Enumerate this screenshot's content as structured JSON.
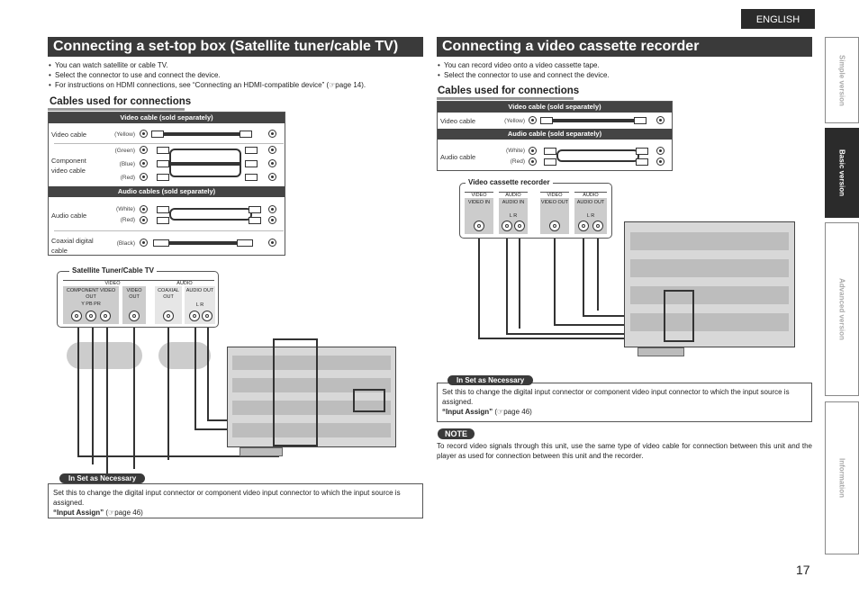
{
  "language_tab": "ENGLISH",
  "page_number": "17",
  "side_tabs": [
    {
      "label": "Simple version",
      "active": false
    },
    {
      "label": "Basic version",
      "active": true
    },
    {
      "label": "Advanced version",
      "active": false
    },
    {
      "label": "Information",
      "active": false
    }
  ],
  "left": {
    "title": "Connecting a set-top box (Satellite tuner/cable TV)",
    "bullets": [
      "You can watch satellite or cable TV.",
      "Select the connector to use and connect the device.",
      "For instructions on HDMI connections, see “Connecting an HDMI-compatible device” (☞page 14)."
    ],
    "cables_heading": "Cables used for connections",
    "video_bar": "Video cable (sold separately)",
    "video_label": "Video cable",
    "video_color": "(Yellow)",
    "component_label": "Component video cable",
    "component_colors": [
      "(Green)",
      "(Blue)",
      "(Red)"
    ],
    "audio_bar": "Audio cables (sold separately)",
    "audio_label": "Audio cable",
    "audio_colors": [
      "(White)",
      "(Red)"
    ],
    "coax_label": "Coaxial digital cable",
    "coax_color": "(Black)",
    "device_title": "Satellite Tuner/Cable TV",
    "device_video": "VIDEO",
    "device_audio": "AUDIO",
    "jack_component": "COMPONENT VIDEO OUT",
    "jack_component_sub": "Y     PB     PR",
    "jack_video": "VIDEO OUT",
    "jack_coax": "COAXIAL OUT",
    "jack_audio": "AUDIO OUT",
    "jack_audio_sub": "L     R",
    "set_tag": "In Set as Necessary",
    "set_text": "Set this to change the digital input connector or component video input connector to which the input source is assigned.",
    "set_ref_bold": "“Input Assign”",
    "set_ref": "(☞page 46)"
  },
  "right": {
    "title": "Connecting a video cassette recorder",
    "bullets": [
      "You can record video onto a video cassette tape.",
      "Select the connector to use and connect the device."
    ],
    "cables_heading": "Cables used for connections",
    "video_bar": "Video cable (sold separately)",
    "video_label": "Video cable",
    "video_color": "(Yellow)",
    "audio_bar": "Audio cable (sold separately)",
    "audio_label": "Audio cable",
    "audio_colors": [
      "(White)",
      "(Red)"
    ],
    "device_title": "Video cassette recorder",
    "group_labels": [
      "VIDEO",
      "AUDIO",
      "VIDEO",
      "AUDIO"
    ],
    "jack_labels": [
      "VIDEO IN",
      "AUDIO IN",
      "VIDEO OUT",
      "AUDIO OUT"
    ],
    "lr": "L     R",
    "set_tag": "In Set as Necessary",
    "set_text": "Set this to change the digital input connector or component video input connector to which the input source is assigned.",
    "set_ref_bold": "“Input Assign”",
    "set_ref": "(☞page 46)",
    "note_tag": "NOTE",
    "note_text": "To record video signals through this unit, use the same type of video cable for connection between this unit and the player as used for connection between this unit and the recorder."
  }
}
